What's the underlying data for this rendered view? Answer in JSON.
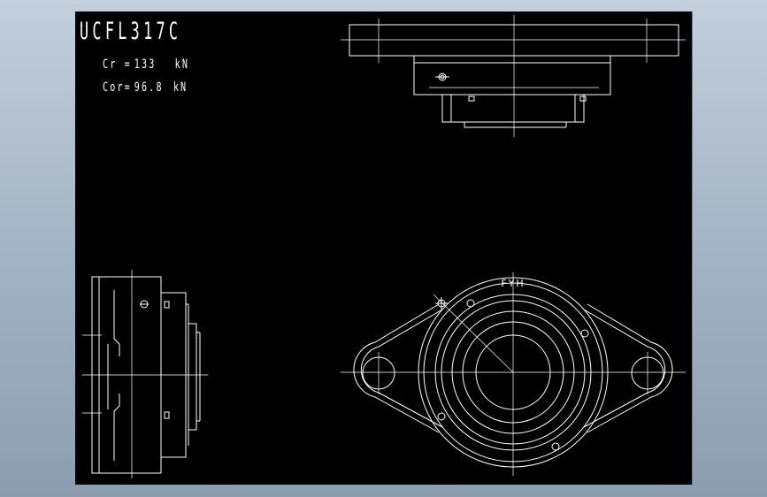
{
  "drawing": {
    "model": "UCFL317C",
    "specs": [
      {
        "label": "Cr =",
        "value": "133",
        "unit": "kN"
      },
      {
        "label": "Cor=",
        "value": "96.8",
        "unit": "kN"
      }
    ],
    "brand_mark": "FYH"
  }
}
